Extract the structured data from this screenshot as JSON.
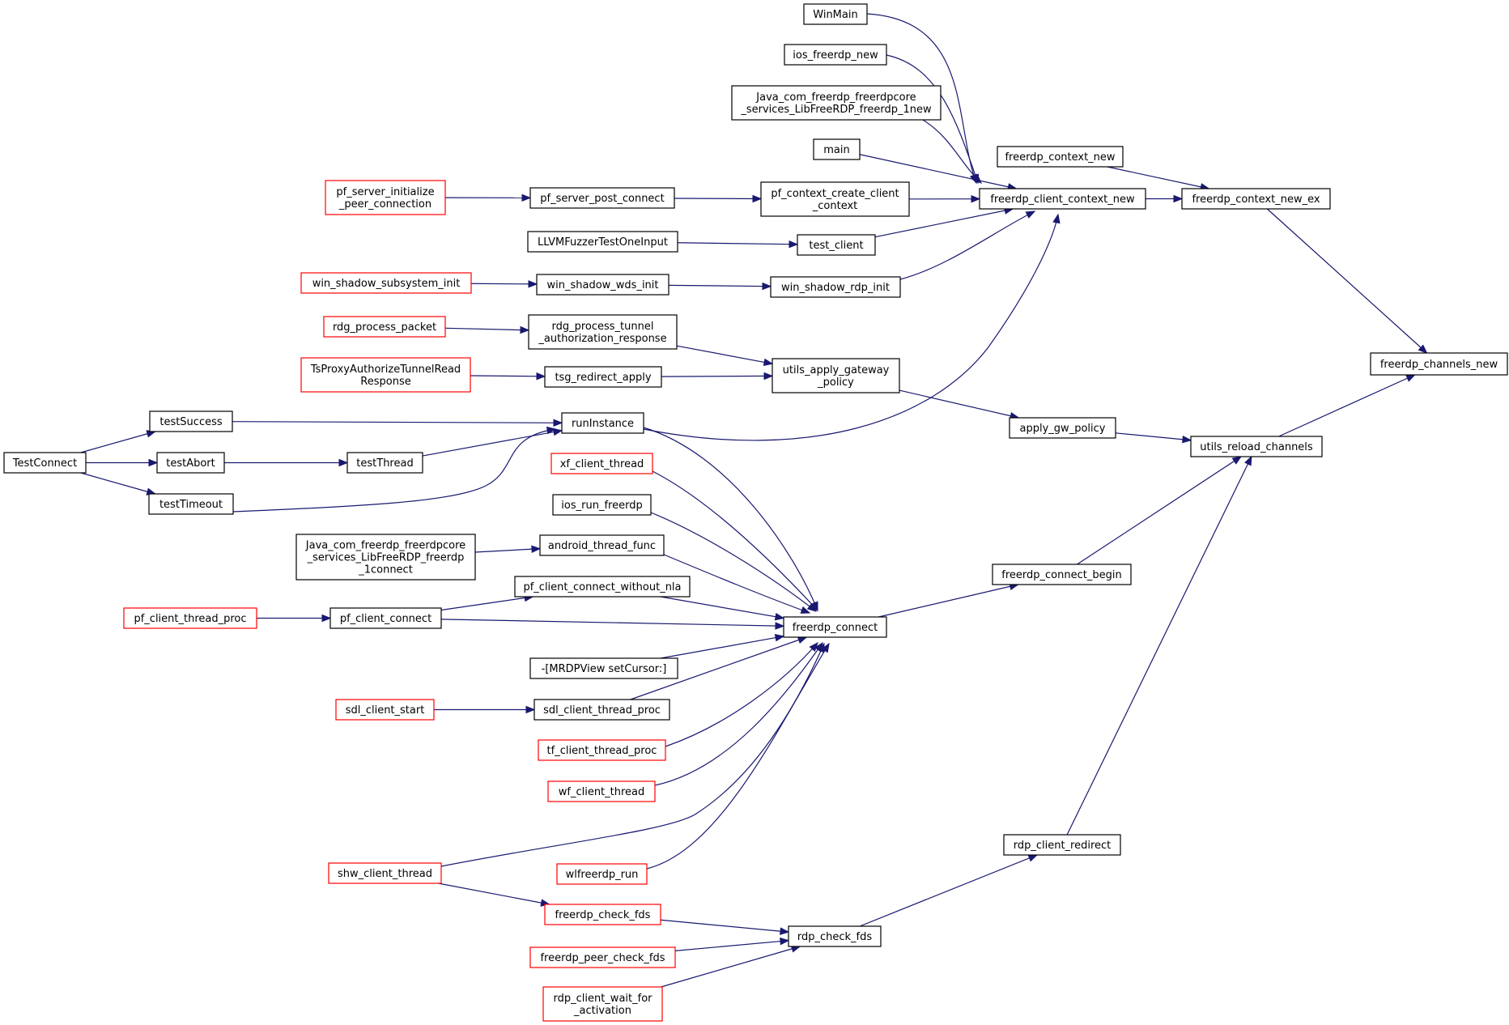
{
  "colors": {
    "edge": "#191970",
    "normal_border": "#000000",
    "truncated_border": "#ff0000",
    "focus_fill": "#bfbfbf"
  },
  "nodes": [
    {
      "id": "channels_new",
      "lines": [
        "freerdp_channels_new"
      ],
      "style": "focus"
    },
    {
      "id": "context_new_ex",
      "lines": [
        "freerdp_context_new_ex"
      ],
      "style": "normal"
    },
    {
      "id": "reload_channels",
      "lines": [
        "utils_reload_channels"
      ],
      "style": "normal"
    },
    {
      "id": "context_new",
      "lines": [
        "freerdp_context_new"
      ],
      "style": "normal"
    },
    {
      "id": "client_context_new",
      "lines": [
        "freerdp_client_context_new"
      ],
      "style": "normal"
    },
    {
      "id": "apply_gw_policy",
      "lines": [
        "apply_gw_policy"
      ],
      "style": "normal"
    },
    {
      "id": "connect_begin",
      "lines": [
        "freerdp_connect_begin"
      ],
      "style": "normal"
    },
    {
      "id": "rdp_client_redirect",
      "lines": [
        "rdp_client_redirect"
      ],
      "style": "normal"
    },
    {
      "id": "winmain",
      "lines": [
        "WinMain"
      ],
      "style": "normal"
    },
    {
      "id": "ios_freerdp_new",
      "lines": [
        "ios_freerdp_new"
      ],
      "style": "normal"
    },
    {
      "id": "java_new",
      "lines": [
        "Java_com_freerdp_freerdpcore",
        "_services_LibFreeRDP_freerdp_1new"
      ],
      "style": "normal"
    },
    {
      "id": "main",
      "lines": [
        "main"
      ],
      "style": "normal"
    },
    {
      "id": "pf_context_create",
      "lines": [
        "pf_context_create_client",
        "_context"
      ],
      "style": "normal"
    },
    {
      "id": "test_client",
      "lines": [
        "test_client"
      ],
      "style": "normal"
    },
    {
      "id": "win_shadow_rdp_init",
      "lines": [
        "win_shadow_rdp_init"
      ],
      "style": "normal"
    },
    {
      "id": "runinstance",
      "lines": [
        "runInstance"
      ],
      "style": "normal"
    },
    {
      "id": "gateway_policy",
      "lines": [
        "utils_apply_gateway",
        "_policy"
      ],
      "style": "normal"
    },
    {
      "id": "freerdp_connect",
      "lines": [
        "freerdp_connect"
      ],
      "style": "normal"
    },
    {
      "id": "rdp_check_fds",
      "lines": [
        "rdp_check_fds"
      ],
      "style": "normal"
    },
    {
      "id": "pf_server_post_connect",
      "lines": [
        "pf_server_post_connect"
      ],
      "style": "normal"
    },
    {
      "id": "pf_server_init",
      "lines": [
        "pf_server_initialize",
        "_peer_connection"
      ],
      "style": "truncated"
    },
    {
      "id": "llvm_fuzzer",
      "lines": [
        "LLVMFuzzerTestOneInput"
      ],
      "style": "normal"
    },
    {
      "id": "win_shadow_wds_init",
      "lines": [
        "win_shadow_wds_init"
      ],
      "style": "normal"
    },
    {
      "id": "win_shadow_subsystem_init",
      "lines": [
        "win_shadow_subsystem_init"
      ],
      "style": "truncated"
    },
    {
      "id": "rdg_process_tunnel",
      "lines": [
        "rdg_process_tunnel",
        "_authorization_response"
      ],
      "style": "normal"
    },
    {
      "id": "rdg_process_packet",
      "lines": [
        "rdg_process_packet"
      ],
      "style": "truncated"
    },
    {
      "id": "tsg_redirect_apply",
      "lines": [
        "tsg_redirect_apply"
      ],
      "style": "normal"
    },
    {
      "id": "tsproxy",
      "lines": [
        "TsProxyAuthorizeTunnelRead",
        "Response"
      ],
      "style": "truncated"
    },
    {
      "id": "testsuccess",
      "lines": [
        "testSuccess"
      ],
      "style": "normal"
    },
    {
      "id": "testthread",
      "lines": [
        "testThread"
      ],
      "style": "normal"
    },
    {
      "id": "testabort",
      "lines": [
        "testAbort"
      ],
      "style": "normal"
    },
    {
      "id": "testtimeout",
      "lines": [
        "testTimeout"
      ],
      "style": "normal"
    },
    {
      "id": "testconnect",
      "lines": [
        "TestConnect"
      ],
      "style": "normal"
    },
    {
      "id": "xf_client_thread",
      "lines": [
        "xf_client_thread"
      ],
      "style": "truncated"
    },
    {
      "id": "ios_run_freerdp",
      "lines": [
        "ios_run_freerdp"
      ],
      "style": "normal"
    },
    {
      "id": "android_thread_func",
      "lines": [
        "android_thread_func"
      ],
      "style": "normal"
    },
    {
      "id": "java_connect",
      "lines": [
        "Java_com_freerdp_freerdpcore",
        "_services_LibFreeRDP_freerdp",
        "_1connect"
      ],
      "style": "normal"
    },
    {
      "id": "pf_connect_without_nla",
      "lines": [
        "pf_client_connect_without_nla"
      ],
      "style": "normal"
    },
    {
      "id": "pf_client_connect",
      "lines": [
        "pf_client_connect"
      ],
      "style": "normal"
    },
    {
      "id": "pf_client_thread_proc",
      "lines": [
        "pf_client_thread_proc"
      ],
      "style": "truncated"
    },
    {
      "id": "mrdpview",
      "lines": [
        "-[MRDPView setCursor:]"
      ],
      "style": "normal"
    },
    {
      "id": "sdl_client_thread_proc",
      "lines": [
        "sdl_client_thread_proc"
      ],
      "style": "normal"
    },
    {
      "id": "sdl_client_start",
      "lines": [
        "sdl_client_start"
      ],
      "style": "truncated"
    },
    {
      "id": "tf_client_thread_proc",
      "lines": [
        "tf_client_thread_proc"
      ],
      "style": "truncated"
    },
    {
      "id": "wf_client_thread",
      "lines": [
        "wf_client_thread"
      ],
      "style": "truncated"
    },
    {
      "id": "shw_client_thread",
      "lines": [
        "shw_client_thread"
      ],
      "style": "truncated"
    },
    {
      "id": "wlfreerdp_run",
      "lines": [
        "wlfreerdp_run"
      ],
      "style": "truncated"
    },
    {
      "id": "freerdp_check_fds",
      "lines": [
        "freerdp_check_fds"
      ],
      "style": "truncated"
    },
    {
      "id": "peer_check_fds",
      "lines": [
        "freerdp_peer_check_fds"
      ],
      "style": "truncated"
    },
    {
      "id": "wait_for_activation",
      "lines": [
        "rdp_client_wait_for",
        "_activation"
      ],
      "style": "truncated"
    }
  ],
  "edges": [
    {
      "from": "context_new_ex",
      "to": "channels_new"
    },
    {
      "from": "reload_channels",
      "to": "channels_new"
    },
    {
      "from": "context_new",
      "to": "context_new_ex"
    },
    {
      "from": "client_context_new",
      "to": "context_new_ex"
    },
    {
      "from": "apply_gw_policy",
      "to": "reload_channels"
    },
    {
      "from": "connect_begin",
      "to": "reload_channels"
    },
    {
      "from": "rdp_client_redirect",
      "to": "reload_channels"
    },
    {
      "from": "winmain",
      "to": "client_context_new"
    },
    {
      "from": "ios_freerdp_new",
      "to": "client_context_new"
    },
    {
      "from": "java_new",
      "to": "client_context_new"
    },
    {
      "from": "main",
      "to": "client_context_new"
    },
    {
      "from": "pf_context_create",
      "to": "client_context_new"
    },
    {
      "from": "test_client",
      "to": "client_context_new"
    },
    {
      "from": "win_shadow_rdp_init",
      "to": "client_context_new"
    },
    {
      "from": "runinstance",
      "to": "client_context_new"
    },
    {
      "from": "gateway_policy",
      "to": "apply_gw_policy"
    },
    {
      "from": "freerdp_connect",
      "to": "connect_begin"
    },
    {
      "from": "rdp_check_fds",
      "to": "rdp_client_redirect"
    },
    {
      "from": "pf_server_post_connect",
      "to": "pf_context_create"
    },
    {
      "from": "pf_server_init",
      "to": "pf_server_post_connect"
    },
    {
      "from": "llvm_fuzzer",
      "to": "test_client"
    },
    {
      "from": "win_shadow_wds_init",
      "to": "win_shadow_rdp_init"
    },
    {
      "from": "win_shadow_subsystem_init",
      "to": "win_shadow_wds_init"
    },
    {
      "from": "rdg_process_tunnel",
      "to": "gateway_policy"
    },
    {
      "from": "tsg_redirect_apply",
      "to": "gateway_policy"
    },
    {
      "from": "rdg_process_packet",
      "to": "rdg_process_tunnel"
    },
    {
      "from": "tsproxy",
      "to": "tsg_redirect_apply"
    },
    {
      "from": "testsuccess",
      "to": "runinstance"
    },
    {
      "from": "testthread",
      "to": "runinstance"
    },
    {
      "from": "testtimeout",
      "to": "runinstance"
    },
    {
      "from": "testabort",
      "to": "testthread"
    },
    {
      "from": "testconnect",
      "to": "testsuccess"
    },
    {
      "from": "testconnect",
      "to": "testabort"
    },
    {
      "from": "testconnect",
      "to": "testtimeout"
    },
    {
      "from": "runinstance",
      "to": "freerdp_connect"
    },
    {
      "from": "xf_client_thread",
      "to": "freerdp_connect"
    },
    {
      "from": "ios_run_freerdp",
      "to": "freerdp_connect"
    },
    {
      "from": "android_thread_func",
      "to": "freerdp_connect"
    },
    {
      "from": "pf_connect_without_nla",
      "to": "freerdp_connect"
    },
    {
      "from": "pf_client_connect",
      "to": "freerdp_connect"
    },
    {
      "from": "mrdpview",
      "to": "freerdp_connect"
    },
    {
      "from": "sdl_client_thread_proc",
      "to": "freerdp_connect"
    },
    {
      "from": "tf_client_thread_proc",
      "to": "freerdp_connect"
    },
    {
      "from": "wf_client_thread",
      "to": "freerdp_connect"
    },
    {
      "from": "shw_client_thread",
      "to": "freerdp_connect"
    },
    {
      "from": "wlfreerdp_run",
      "to": "freerdp_connect"
    },
    {
      "from": "java_connect",
      "to": "android_thread_func"
    },
    {
      "from": "pf_client_connect",
      "to": "pf_connect_without_nla"
    },
    {
      "from": "pf_client_thread_proc",
      "to": "pf_client_connect"
    },
    {
      "from": "sdl_client_start",
      "to": "sdl_client_thread_proc"
    },
    {
      "from": "shw_client_thread",
      "to": "freerdp_check_fds"
    },
    {
      "from": "freerdp_check_fds",
      "to": "rdp_check_fds"
    },
    {
      "from": "peer_check_fds",
      "to": "rdp_check_fds"
    },
    {
      "from": "wait_for_activation",
      "to": "rdp_check_fds"
    }
  ]
}
